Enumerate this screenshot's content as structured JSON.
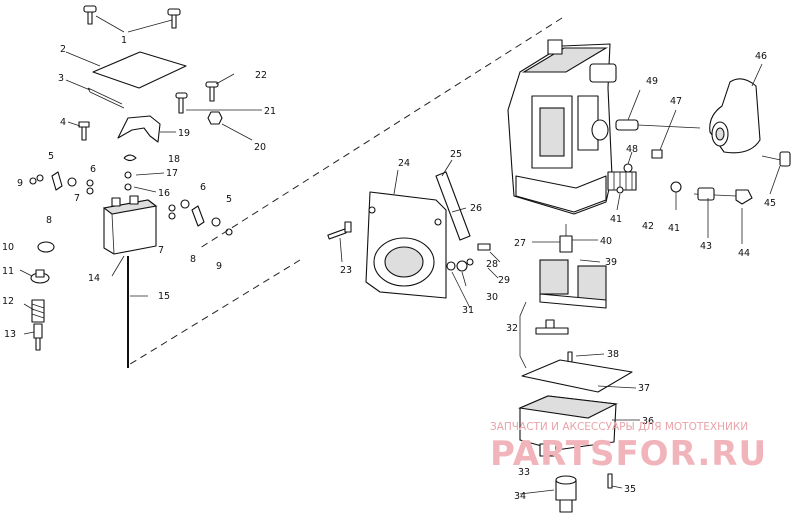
{
  "callouts": {
    "c1": "1",
    "c2": "2",
    "c3": "3",
    "c4": "4",
    "c5a": "5",
    "c5b": "5",
    "c6a": "6",
    "c6b": "6",
    "c7a": "7",
    "c7b": "7",
    "c8a": "8",
    "c8b": "8",
    "c9a": "9",
    "c9b": "9",
    "c10": "10",
    "c11": "11",
    "c12": "12",
    "c13": "13",
    "c14": "14",
    "c15": "15",
    "c16": "16",
    "c17": "17",
    "c18": "18",
    "c19": "19",
    "c20": "20",
    "c21": "21",
    "c22": "22",
    "c23": "23",
    "c24": "24",
    "c25": "25",
    "c26": "26",
    "c27": "27",
    "c28": "28",
    "c29": "29",
    "c30": "30",
    "c31": "31",
    "c32": "32",
    "c33": "33",
    "c34": "34",
    "c35": "35",
    "c36": "36",
    "c37": "37",
    "c38": "38",
    "c39": "39",
    "c40": "40",
    "c41a": "41",
    "c41b": "41",
    "c42": "42",
    "c43": "43",
    "c44": "44",
    "c45": "45",
    "c46": "46",
    "c47": "47",
    "c48": "48",
    "c49": "49"
  },
  "watermark": {
    "tagline": "ЗАПЧАСТИ И АКСЕССУАРЫ ДЛЯ МОТОТЕХНИКИ",
    "brand": "PARTSFOR.RU",
    "brand_color": "#f0b4ba"
  }
}
